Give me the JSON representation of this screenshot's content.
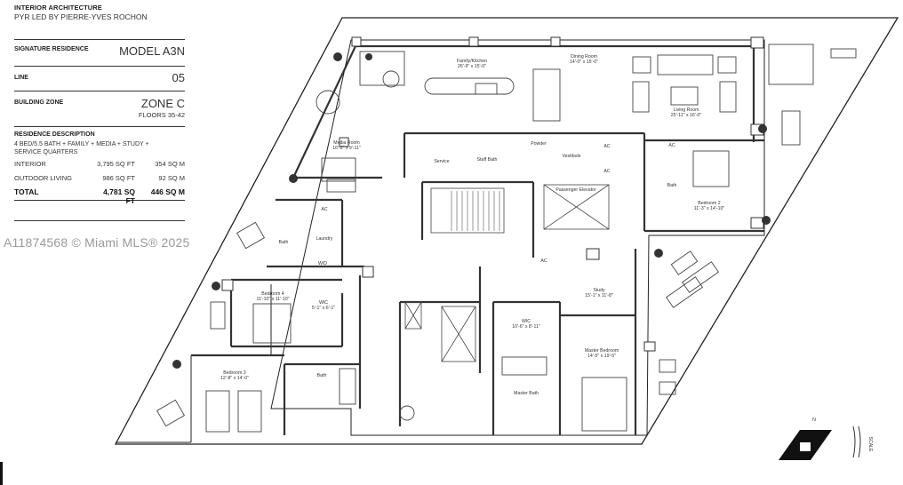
{
  "header": {
    "section_title": "INTERIOR ARCHITECTURE",
    "designer": "PYR LED BY PIERRE-YVES ROCHON"
  },
  "signature": {
    "label": "SIGNATURE RESIDENCE",
    "value": "MODEL A3N"
  },
  "line": {
    "label": "LINE",
    "value": "05"
  },
  "building_zone": {
    "label": "BUILDING ZONE",
    "value": "ZONE C",
    "floors": "FLOORS 35-42"
  },
  "residence": {
    "label": "RESIDENCE DESCRIPTION",
    "description_line1": "4 BED/5.5 BATH + FAMILY + MEDIA + STUDY +",
    "description_line2": "SERVICE QUARTERS",
    "rows": [
      {
        "name": "INTERIOR",
        "sqft": "3,795 SQ FT",
        "sqm": "354 SQ M"
      },
      {
        "name": "OUTDOOR LIVING",
        "sqft": "986 SQ FT",
        "sqm": "92 SQ M"
      }
    ],
    "total": {
      "name": "TOTAL",
      "sqft": "4,781 SQ FT",
      "sqm": "446 SQ M"
    }
  },
  "watermark": "A11874568 © Miami MLS® 2025",
  "rooms": {
    "family_kitchen": {
      "name": "Family/Kitchen",
      "dims": "26'-9\" x 15'-0\""
    },
    "dining": {
      "name": "Dining Room",
      "dims": "14'-0\" x 15'-0\""
    },
    "living": {
      "name": "Living Room",
      "dims": "25'-11\" x 16'-0\""
    },
    "media": {
      "name": "Media Room",
      "dims": "16'-2\" x 9'-11\""
    },
    "service": "Service",
    "staff_bath": "Staff Bath",
    "powder": "Powder",
    "vestibule": "Vestibule",
    "passenger_elevator": "Passenger Elevator",
    "bedroom2": {
      "name": "Bedroom 2",
      "dims": "11'-3\" x 14'-10\""
    },
    "bath_b2": "Bath",
    "bath_left": "Bath",
    "laundry": "Laundry",
    "wd": "W/D",
    "bedroom4": {
      "name": "Bedroom 4",
      "dims": "11'-10\" x 11'-10\""
    },
    "wic4": {
      "name": "WIC",
      "dims": "5'-1\" x 6'-1\""
    },
    "study": {
      "name": "Study",
      "dims": "15'-1\" x 11'-8\""
    },
    "wic_master": {
      "name": "WIC",
      "dims": "10'-6\" x 8'-11\""
    },
    "master_bedroom": {
      "name": "Master Bedroom",
      "dims": "14'-5\" x 19'-5\""
    },
    "master_bath": "Master Bath",
    "bedroom3": {
      "name": "Bedroom 3",
      "dims": "12'-8\" x 14'-0\""
    },
    "bath3": "Bath",
    "ac_labels": [
      "AC",
      "AC",
      "AC",
      "AC",
      "AC"
    ]
  },
  "compass": {
    "north": "N",
    "scale_text": "SCALE"
  }
}
